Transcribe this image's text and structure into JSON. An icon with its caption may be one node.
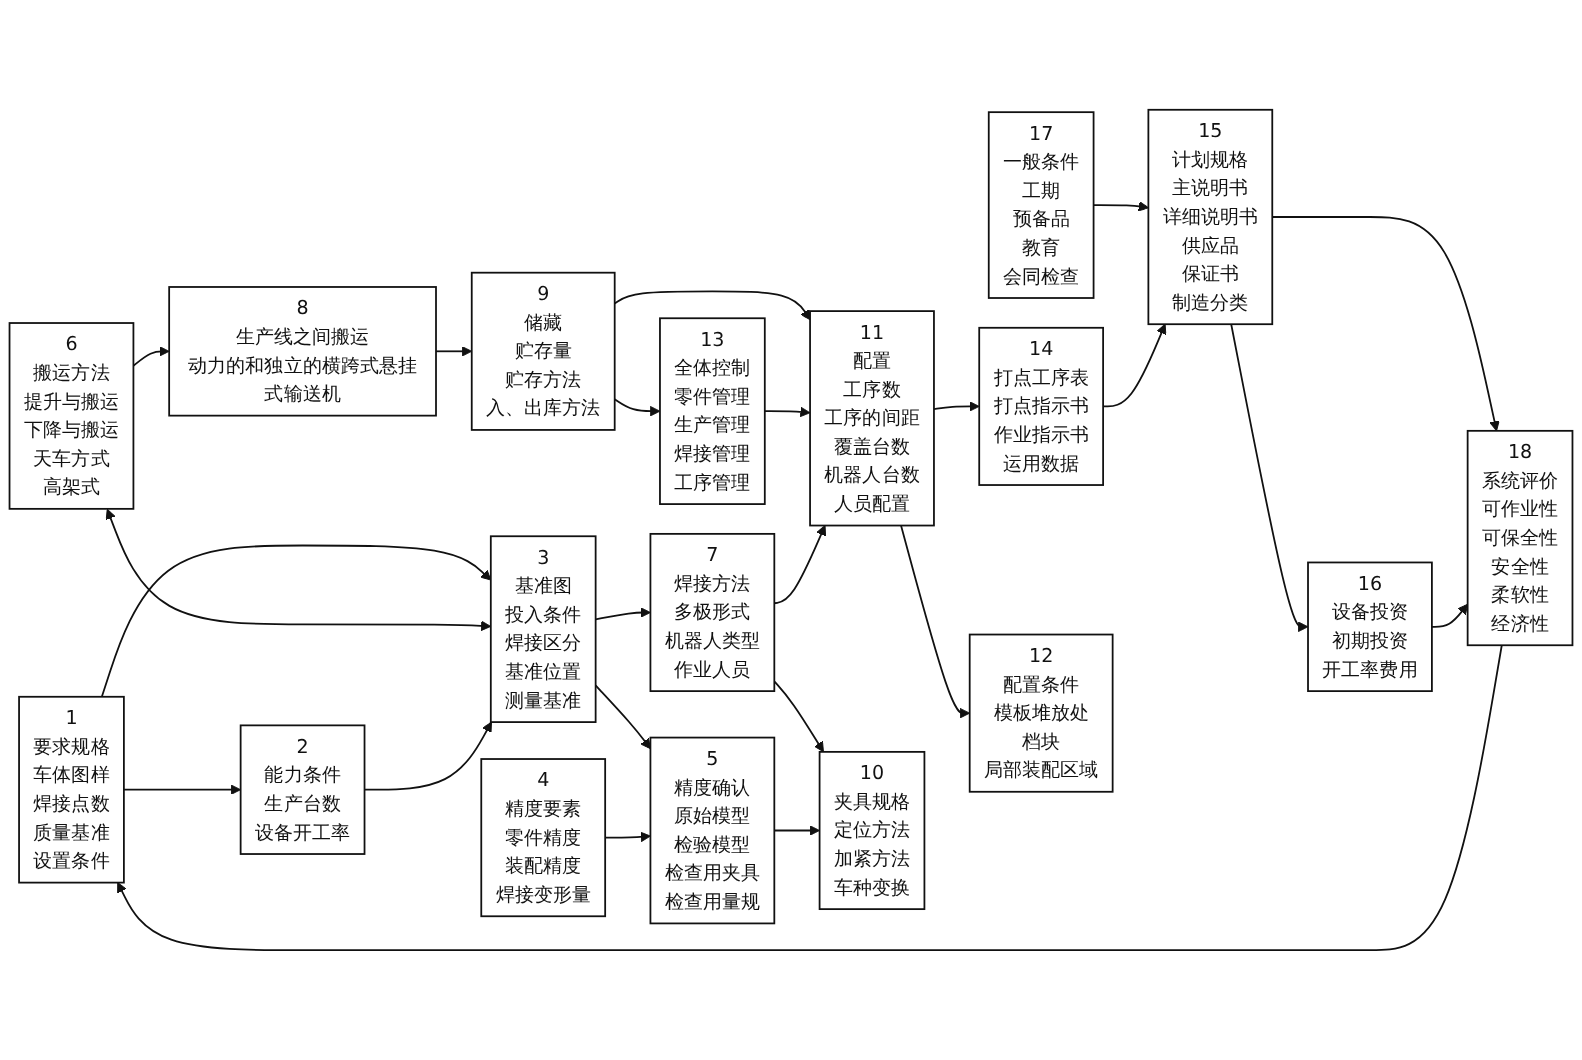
{
  "diagram": {
    "nodes": [
      {
        "text": [
          "1",
          "要求规格",
          "车体图样",
          "焊接点数",
          "质量基准",
          "设置条件"
        ]
      },
      {
        "text": [
          "6",
          "搬运方法",
          "提升与搬运",
          "下降与搬运",
          "天车方式",
          "高架式"
        ]
      },
      {
        "text": [
          "8",
          "生产线之间搬运",
          "动力的和独立的横跨式悬挂式输送机"
        ]
      },
      {
        "text": [
          "9",
          "储藏",
          "贮存量",
          "贮存方法",
          "入、出库方法"
        ]
      },
      {
        "text": [
          "13",
          "全体控制",
          "零件管理",
          "生产管理",
          "焊接管理",
          "工序管理"
        ]
      },
      {
        "text": [
          "17",
          "一般条件",
          "工期",
          "预备品",
          "教育",
          "会同检查"
        ]
      },
      {
        "text": [
          "2",
          "能力条件",
          "生产台数",
          "设备开工率"
        ]
      },
      {
        "text": [
          "3",
          "基准图",
          "投入条件",
          "焊接区分",
          "基准位置",
          "测量基准"
        ]
      },
      {
        "text": [
          "7",
          "焊接方法",
          "多极形式",
          "机器人类型",
          "作业人员"
        ]
      },
      {
        "text": [
          "11",
          "配置",
          "工序数",
          "工序的间距",
          "覆盖台数",
          "机器人台数",
          "人员配置"
        ]
      },
      {
        "text": [
          "14",
          "打点工序表",
          "打点指示书",
          "作业指示书",
          "运用数据"
        ]
      },
      {
        "text": [
          "15",
          "计划规格",
          "主说明书",
          "详细说明书",
          "供应品",
          "保证书",
          "制造分类"
        ]
      },
      {
        "text": [
          "4",
          "精度要素",
          "零件精度",
          "装配精度",
          "焊接变形量"
        ]
      },
      {
        "text": [
          "5",
          "精度确认",
          "原始模型",
          "检验模型",
          "检查用夹具",
          "检查用量规"
        ]
      },
      {
        "text": [
          "10",
          "夹具规格",
          "定位方法",
          "加紧方法",
          "车种变换"
        ]
      },
      {
        "text": [
          "12",
          "配置条件",
          "模板堆放处",
          "档块",
          "局部装配区域"
        ]
      },
      {
        "text": [
          "16",
          "设备投资",
          "初期投资",
          "开工率费用"
        ]
      },
      {
        "text": [
          "18",
          "系统评价",
          "可作业性",
          "可保全性",
          "安全性",
          "柔软性",
          "经济性"
        ]
      }
    ],
    "edges": [
      {
        "from": 0,
        "to": 6,
        "arrow": "to"
      },
      {
        "from": 0,
        "to": 7,
        "arrow": "to"
      },
      {
        "from": 1,
        "to": 7,
        "arrow": "both"
      },
      {
        "from": 1,
        "to": 2,
        "arrow": "to"
      },
      {
        "from": 2,
        "to": 3,
        "arrow": "to"
      },
      {
        "from": 3,
        "to": 4,
        "arrow": "to"
      },
      {
        "from": 3,
        "to": 9,
        "arrow": "to"
      },
      {
        "from": 4,
        "to": 9,
        "arrow": "to"
      },
      {
        "from": 5,
        "to": 11,
        "arrow": "to"
      },
      {
        "from": 6,
        "to": 7,
        "arrow": "to"
      },
      {
        "from": 7,
        "to": 8,
        "arrow": "to"
      },
      {
        "from": 8,
        "to": 9,
        "arrow": "to"
      },
      {
        "from": 9,
        "to": 10,
        "arrow": "to"
      },
      {
        "from": 10,
        "to": 11,
        "arrow": "to"
      },
      {
        "from": 7,
        "to": 13,
        "arrow": "to"
      },
      {
        "from": 8,
        "to": 14,
        "arrow": "to"
      },
      {
        "from": 9,
        "to": 15,
        "arrow": "to"
      },
      {
        "from": 11,
        "to": 16,
        "arrow": "to"
      },
      {
        "from": 11,
        "to": 17,
        "arrow": "to"
      },
      {
        "from": 12,
        "to": 13,
        "arrow": "to"
      },
      {
        "from": 13,
        "to": 14,
        "arrow": "to"
      },
      {
        "from": 16,
        "to": 17,
        "arrow": "to"
      },
      {
        "from": 17,
        "to": 0,
        "arrow": "to"
      }
    ]
  }
}
